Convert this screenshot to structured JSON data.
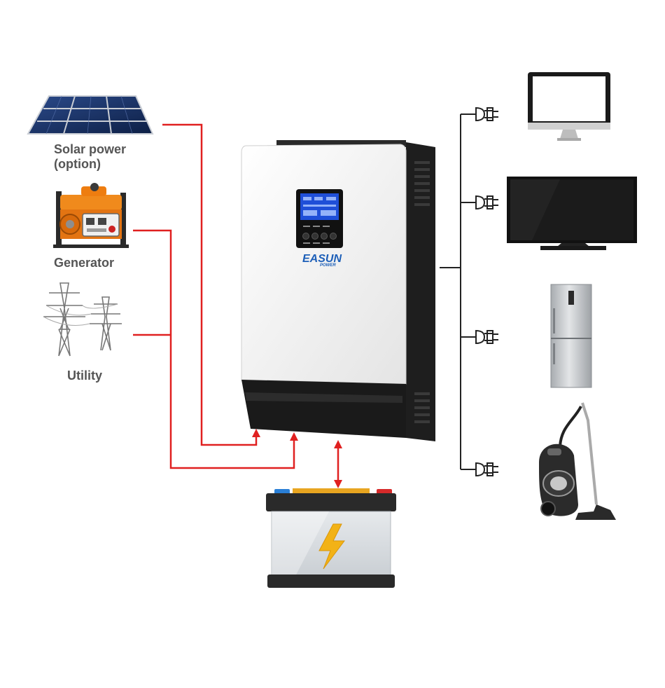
{
  "sources": {
    "solar": {
      "label_line1": "Solar power",
      "label_line2": "(option)",
      "icon": "solar-panel-icon"
    },
    "generator": {
      "label": "Generator",
      "icon": "generator-icon"
    },
    "utility": {
      "label": "Utility",
      "icon": "power-tower-icon"
    }
  },
  "inverter": {
    "brand_top": "EASUN",
    "brand_bottom": "POWER",
    "icon": "inverter-icon"
  },
  "battery": {
    "icon": "battery-icon"
  },
  "loads": [
    {
      "icon": "monitor-icon"
    },
    {
      "icon": "tv-icon"
    },
    {
      "icon": "refrigerator-icon"
    },
    {
      "icon": "vacuum-cleaner-icon"
    }
  ],
  "colors": {
    "line_red": "#e02020",
    "line_dark": "#222222",
    "label_gray": "#555555",
    "lcd_blue": "#1f4fd8"
  }
}
